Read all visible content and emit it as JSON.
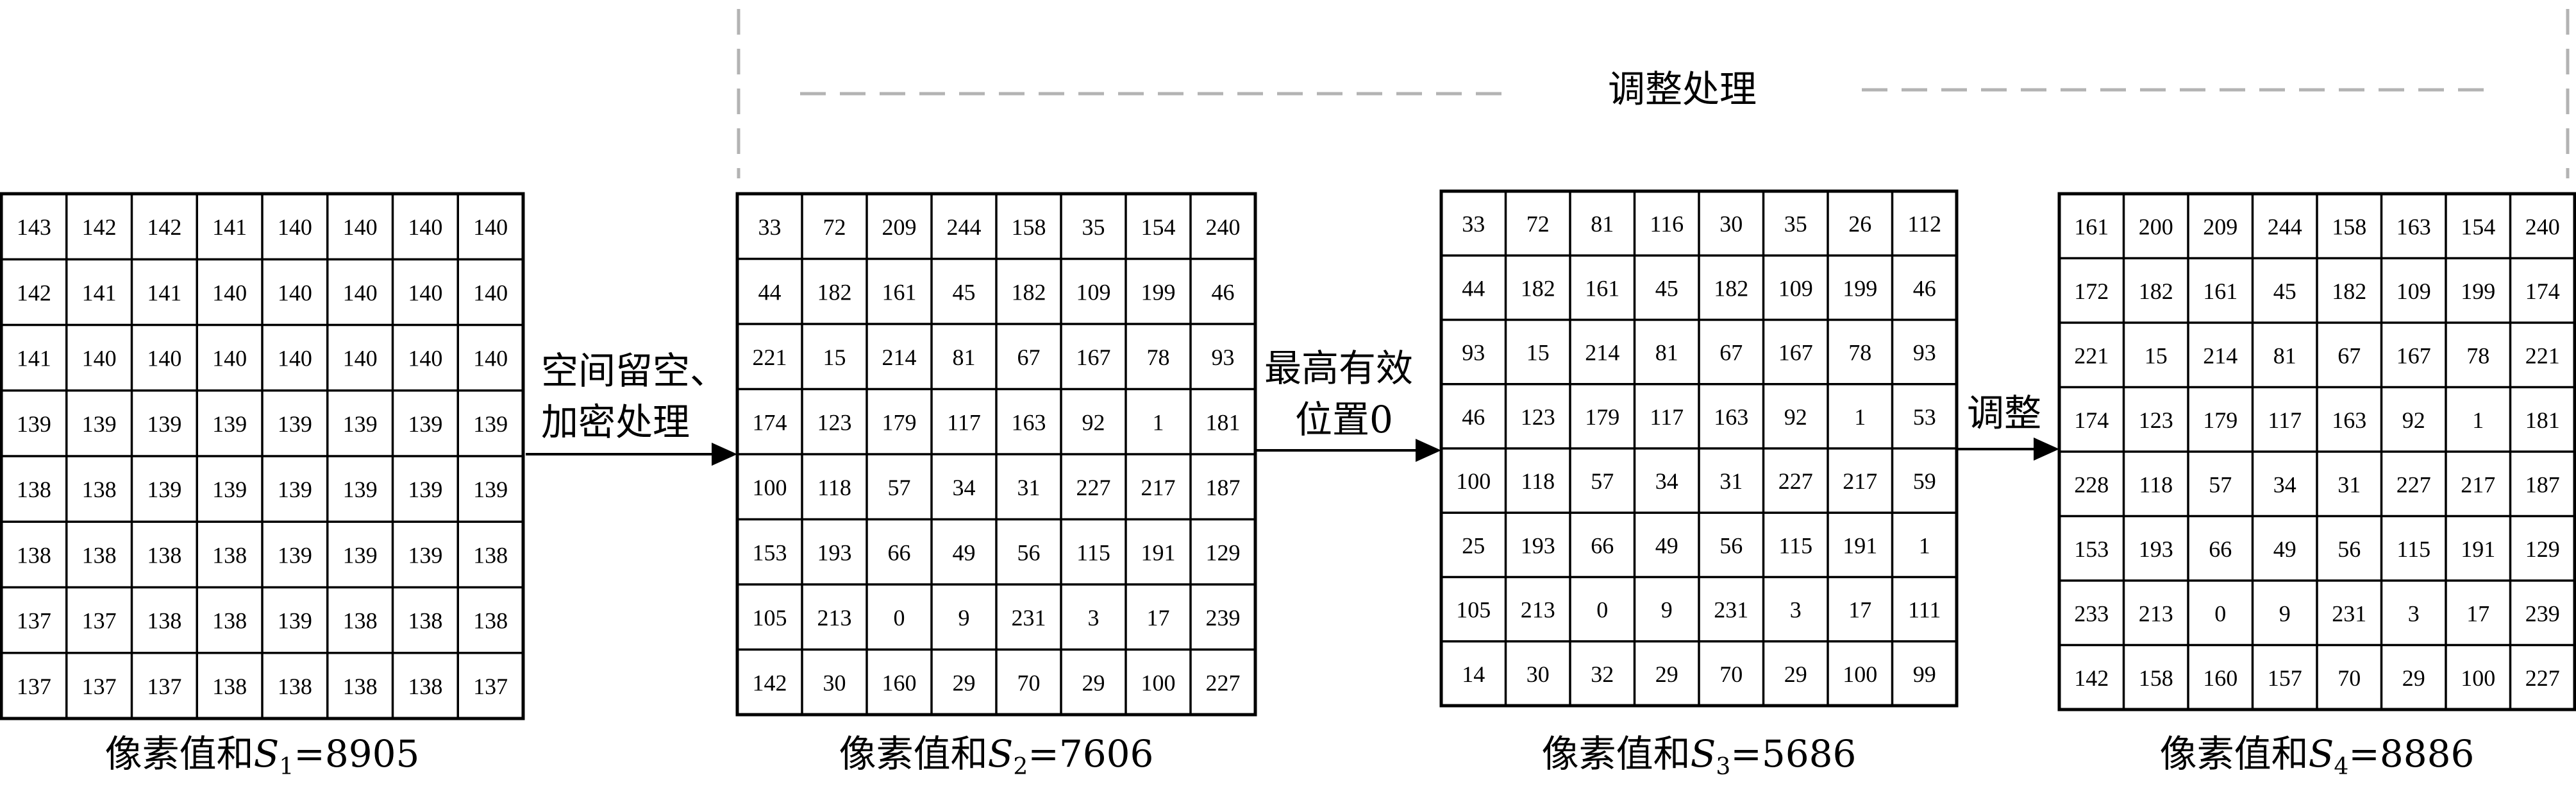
{
  "matrices": [
    {
      "rows": [
        [
          143,
          142,
          142,
          141,
          140,
          140,
          140,
          140
        ],
        [
          142,
          141,
          141,
          140,
          140,
          140,
          140,
          140
        ],
        [
          141,
          140,
          140,
          140,
          140,
          140,
          140,
          140
        ],
        [
          139,
          139,
          139,
          139,
          139,
          139,
          139,
          139
        ],
        [
          138,
          138,
          139,
          139,
          139,
          139,
          139,
          139
        ],
        [
          138,
          138,
          138,
          138,
          139,
          139,
          139,
          138
        ],
        [
          137,
          137,
          138,
          138,
          139,
          138,
          138,
          138
        ],
        [
          137,
          137,
          137,
          138,
          138,
          138,
          138,
          137
        ]
      ],
      "caption_prefix": "像素值和",
      "caption_var": "S",
      "caption_sub": "1",
      "caption_value": "=8905"
    },
    {
      "rows": [
        [
          33,
          72,
          209,
          244,
          158,
          35,
          154,
          240
        ],
        [
          44,
          182,
          161,
          45,
          182,
          109,
          199,
          46
        ],
        [
          221,
          15,
          214,
          81,
          67,
          167,
          78,
          93
        ],
        [
          174,
          123,
          179,
          117,
          163,
          92,
          1,
          181
        ],
        [
          100,
          118,
          57,
          34,
          31,
          227,
          217,
          187
        ],
        [
          153,
          193,
          66,
          49,
          56,
          115,
          191,
          129
        ],
        [
          105,
          213,
          0,
          9,
          231,
          3,
          17,
          239
        ],
        [
          142,
          30,
          160,
          29,
          70,
          29,
          100,
          227
        ]
      ],
      "caption_prefix": "像素值和",
      "caption_var": "S",
      "caption_sub": "2",
      "caption_value": "=7606"
    },
    {
      "rows": [
        [
          33,
          72,
          81,
          116,
          30,
          35,
          26,
          112
        ],
        [
          44,
          182,
          161,
          45,
          182,
          109,
          199,
          46
        ],
        [
          93,
          15,
          214,
          81,
          67,
          167,
          78,
          93
        ],
        [
          46,
          123,
          179,
          117,
          163,
          92,
          1,
          53
        ],
        [
          100,
          118,
          57,
          34,
          31,
          227,
          217,
          59
        ],
        [
          25,
          193,
          66,
          49,
          56,
          115,
          191,
          1
        ],
        [
          105,
          213,
          0,
          9,
          231,
          3,
          17,
          111
        ],
        [
          14,
          30,
          32,
          29,
          70,
          29,
          100,
          99
        ]
      ],
      "caption_prefix": "像素值和",
      "caption_var": "S",
      "caption_sub": "3",
      "caption_value": "=5686"
    },
    {
      "rows": [
        [
          161,
          200,
          209,
          244,
          158,
          163,
          154,
          240
        ],
        [
          172,
          182,
          161,
          45,
          182,
          109,
          199,
          174
        ],
        [
          221,
          15,
          214,
          81,
          67,
          167,
          78,
          221
        ],
        [
          174,
          123,
          179,
          117,
          163,
          92,
          1,
          181
        ],
        [
          228,
          118,
          57,
          34,
          31,
          227,
          217,
          187
        ],
        [
          153,
          193,
          66,
          49,
          56,
          115,
          191,
          129
        ],
        [
          233,
          213,
          0,
          9,
          231,
          3,
          17,
          239
        ],
        [
          142,
          158,
          160,
          157,
          70,
          29,
          100,
          227
        ]
      ],
      "caption_prefix": "像素值和",
      "caption_var": "S",
      "caption_sub": "4",
      "caption_value": "=8886"
    }
  ],
  "arrows": [
    {
      "lines": [
        "空间留空、",
        "加密处理"
      ]
    },
    {
      "lines": [
        "最高有效",
        "位置0"
      ]
    },
    {
      "lines": [
        "调整"
      ]
    }
  ],
  "top_label": "调整处理",
  "colors": {
    "line": "#000000",
    "dash": "#b3b3b3"
  }
}
